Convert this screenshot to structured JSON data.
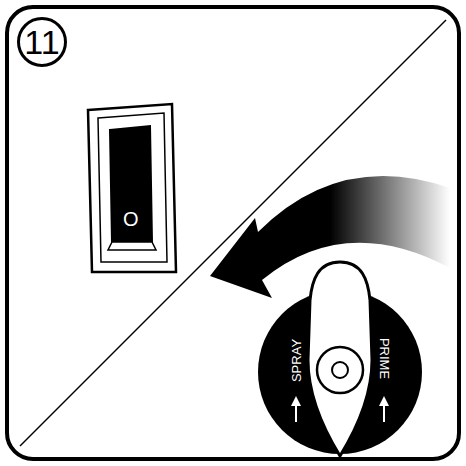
{
  "diagram": {
    "nodes": [
      {
        "text": [
          "11"
        ]
      }
    ],
    "labels": [
      "O",
      "SPRAY",
      "PRIME"
    ]
  }
}
